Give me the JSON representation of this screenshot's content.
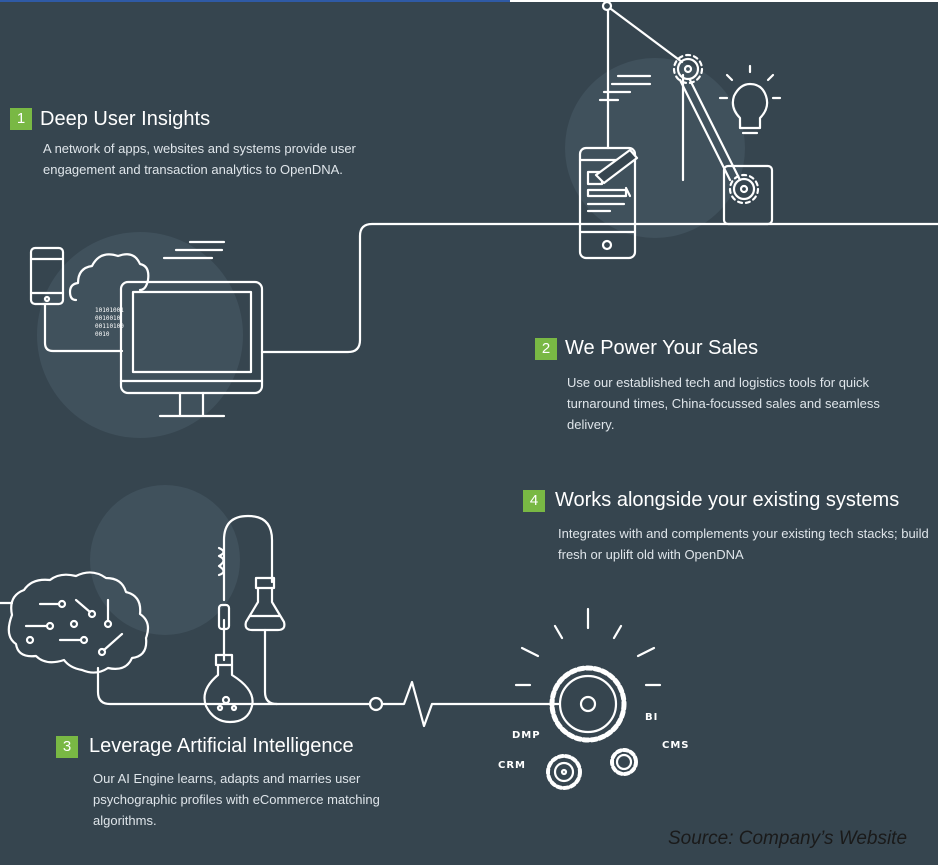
{
  "steps": [
    {
      "number": "1",
      "title": "Deep User Insights",
      "description": "A network of apps, websites and systems provide user engagement and transaction analytics to OpenDNA."
    },
    {
      "number": "2",
      "title": "We Power Your Sales",
      "description": "Use our established tech and logistics tools for quick turnaround times, China-focussed sales and seamless delivery."
    },
    {
      "number": "3",
      "title": "Leverage Artificial Intelligence",
      "description": "Our AI Engine learns, adapts and marries user psychographic profiles with eCommerce matching algorithms."
    },
    {
      "number": "4",
      "title": "Works alongside your existing systems",
      "description": "Integrates with and complements your existing tech stacks; build fresh or uplift old with OpenDNA"
    }
  ],
  "binary_lines": [
    "10101001",
    "0010010",
    "00110100",
    "0010"
  ],
  "gear_labels": {
    "dmp": "DMP",
    "bi": "BI",
    "cms": "CMS",
    "crm": "CRM"
  },
  "source": "Source: Company’s Website",
  "colors": {
    "background": "#36454f",
    "accent": "#79b844",
    "line": "#ffffff"
  },
  "icons": [
    "phone-icon",
    "cloud-icon",
    "monitor-icon",
    "tablet-icon",
    "crane-arm-icon",
    "gear-icon",
    "lightbulb-icon",
    "brain-icon",
    "flask-icon",
    "pulse-icon",
    "sun-gear-icon"
  ]
}
